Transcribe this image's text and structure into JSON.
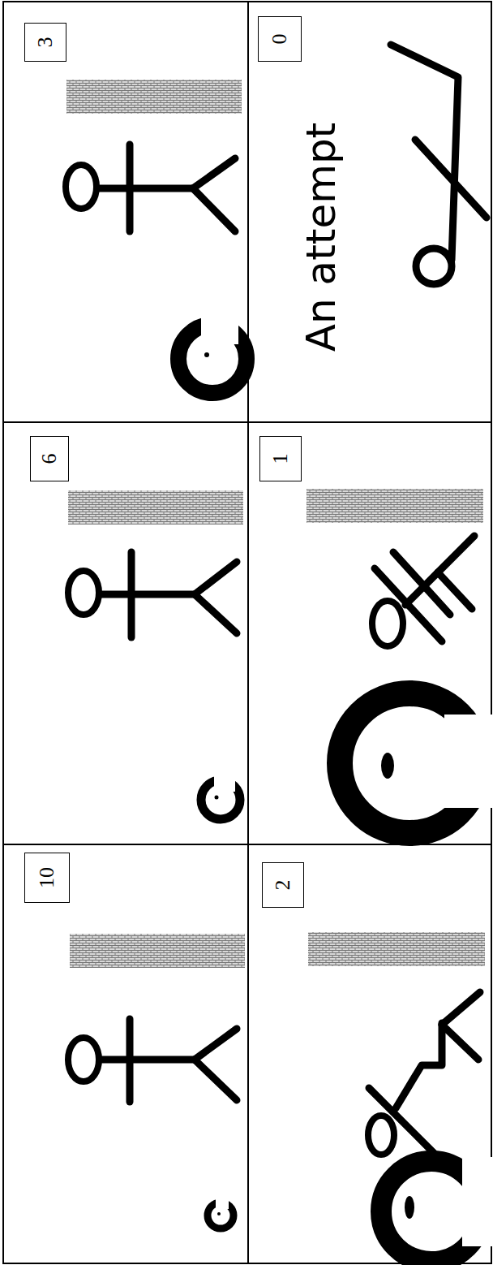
{
  "diagram": {
    "nodes": [
      {
        "text": [
          "3"
        ]
      },
      {
        "text": [
          "0"
        ]
      },
      {
        "text": [
          "6"
        ]
      },
      {
        "text": [
          "1"
        ]
      },
      {
        "text": [
          "10"
        ]
      },
      {
        "text": [
          "2"
        ]
      }
    ],
    "labels": [
      "An attempt"
    ]
  }
}
